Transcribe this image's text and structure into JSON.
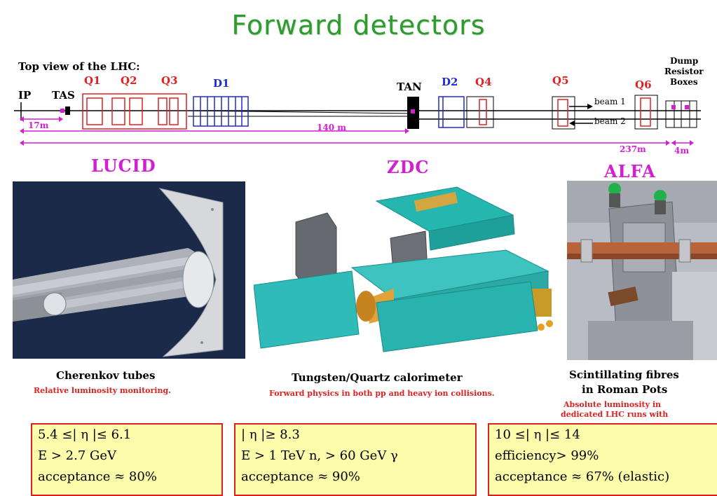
{
  "title": "Forward detectors",
  "top_view_label": "Top view of the LHC:",
  "beamline": {
    "ip": "IP",
    "tas": "TAS",
    "q1": "Q1",
    "q2": "Q2",
    "q3": "Q3",
    "d1": "D1",
    "tan": "TAN",
    "d2": "D2",
    "q4": "Q4",
    "q5": "Q5",
    "q6": "Q6",
    "dump": [
      "Dump",
      "Resistor",
      "Boxes"
    ],
    "beam1": "beam 1",
    "beam2": "beam 2",
    "dist_17": "17m",
    "dist_140": "140 m",
    "dist_237": "237m",
    "dist_4": "4m"
  },
  "sections": {
    "lucid": "LUCID",
    "zdc": "ZDC",
    "alfa": "ALFA"
  },
  "captions": {
    "lucid_main": "Cherenkov tubes",
    "lucid_sub": "Relative luminosity monitoring.",
    "zdc_main": "Tungsten/Quartz calorimeter",
    "zdc_sub": "Forward physics in both pp and heavy ion collisions.",
    "alfa_main_1": "Scintillating fibres",
    "alfa_main_2": "in Roman Pots",
    "alfa_sub_1": "Absolute luminosity in",
    "alfa_sub_2": "dedicated LHC runs with"
  },
  "boxes": {
    "lucid": [
      "5.4 ≤| η |≤ 6.1",
      "E > 2.7 GeV",
      "acceptance ≈ 80%"
    ],
    "zdc": [
      "| η |≥ 8.3",
      "E > 1 TeV n, > 60 GeV γ",
      "acceptance ≈ 90%"
    ],
    "alfa": [
      "10 ≤| η |≤ 14",
      "efficiency> 99%",
      "acceptance ≈ 67% (elastic)"
    ]
  },
  "colors": {
    "title": "#2f9a2f",
    "section": "#d21fd2",
    "quadrupole": "#e02020",
    "dipole": "#1f2bd0",
    "box_fill": "#fcfcaa"
  }
}
